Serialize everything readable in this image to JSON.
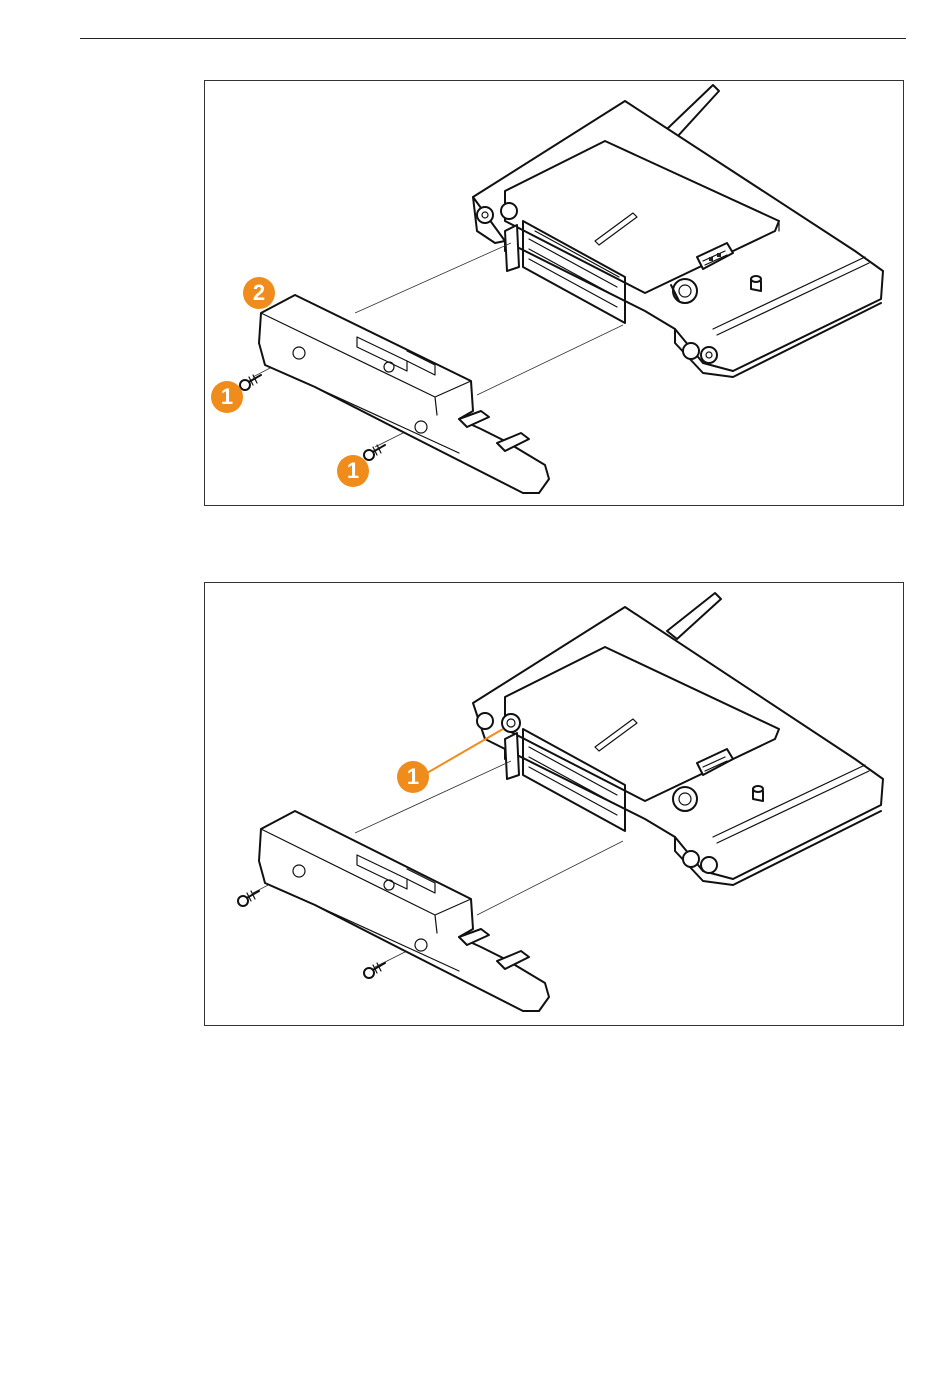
{
  "figures": [
    {
      "callouts": [
        {
          "label": "2"
        },
        {
          "label": "1"
        },
        {
          "label": "1"
        }
      ]
    },
    {
      "callouts": [
        {
          "label": "1"
        }
      ]
    }
  ],
  "colors": {
    "callout": "#f08c1c",
    "line_art": "#111111",
    "frame": "#333333"
  }
}
